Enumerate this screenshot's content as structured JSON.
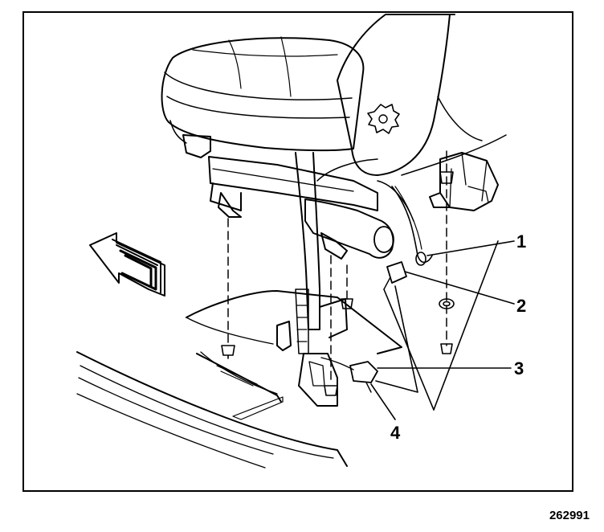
{
  "figure": {
    "id_number": "262991"
  },
  "callouts": [
    {
      "number": "1"
    },
    {
      "number": "2"
    },
    {
      "number": "3"
    },
    {
      "number": "4"
    }
  ],
  "colors": {
    "ink": "#000000",
    "paper": "#ffffff"
  },
  "icons": {
    "direction_arrow": "front-direction-arrow-icon"
  }
}
